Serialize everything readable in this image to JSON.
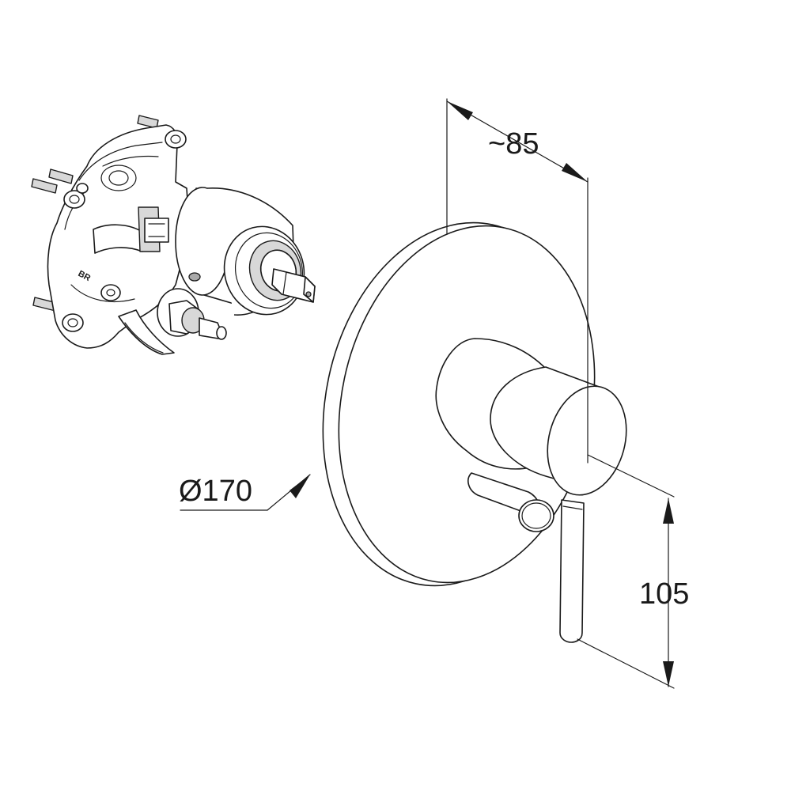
{
  "dimensions": {
    "depth_label": "~85",
    "diameter_label": "Ø170",
    "height_label": "105"
  },
  "valve_body": {
    "marking": "BR"
  }
}
